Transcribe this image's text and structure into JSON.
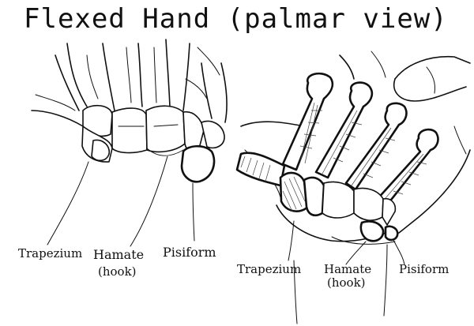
{
  "title": "Flexed Hand (palmar view)",
  "left_figure": {
    "labels": {
      "trapezium": "Trapezium",
      "hamate_line1": "Hamate",
      "hamate_line2": "(hook)",
      "pisiform": "Pisiform"
    }
  },
  "right_figure": {
    "labels": {
      "trapezium": "Trapezium",
      "hamate_line1": "Hamate",
      "hamate_line2": "(hook)",
      "pisiform": "Pisiform"
    }
  },
  "colors": {
    "ink": "#111111",
    "paper": "#ffffff"
  }
}
